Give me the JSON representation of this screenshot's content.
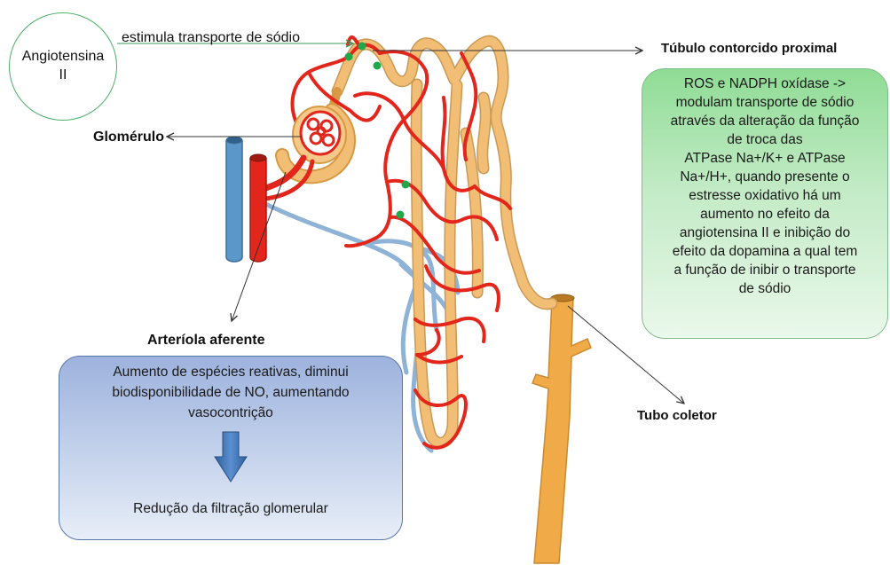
{
  "circle_label_lines": [
    "Angiotensina",
    "II"
  ],
  "angiotensin_effect": "estimula transporte de sódio",
  "labels": {
    "proximal_tubule": "Túbulo contorcido proximal",
    "glomerulus": "Glomérulo",
    "afferent_arteriole": "Arteríola aferente",
    "collecting_duct": "Tubo coletor"
  },
  "proximal_box_lines": [
    "ROS e NADPH oxídase ->",
    "modulam transporte de sódio",
    "através da alteração da função",
    "de troca das",
    "ATPase Na+/K+ e ATPase",
    "Na+/H+, quando presente o",
    "estresse oxidativo há um",
    "aumento no efeito da",
    "angiotensina II e inibição do",
    "efeito da dopamina a qual tem",
    "a função de inibir o transporte",
    "de sódio"
  ],
  "afferent_box_lines": [
    "Aumento de espécies reativas, diminui",
    "biodisponibilidade de NO, aumentando",
    "vasocontrição"
  ],
  "afferent_box_result": "Redução da filtração glomerular",
  "colors": {
    "vessel_red": "#e3261c",
    "vessel_blue": "#8fb3d6",
    "tubule": "#f2bd74",
    "collecting_duct": "#f0aa48",
    "green_box": "#a9e4ad",
    "blue_box": "#b3c4e6",
    "marker_green": "#1fa84a"
  }
}
